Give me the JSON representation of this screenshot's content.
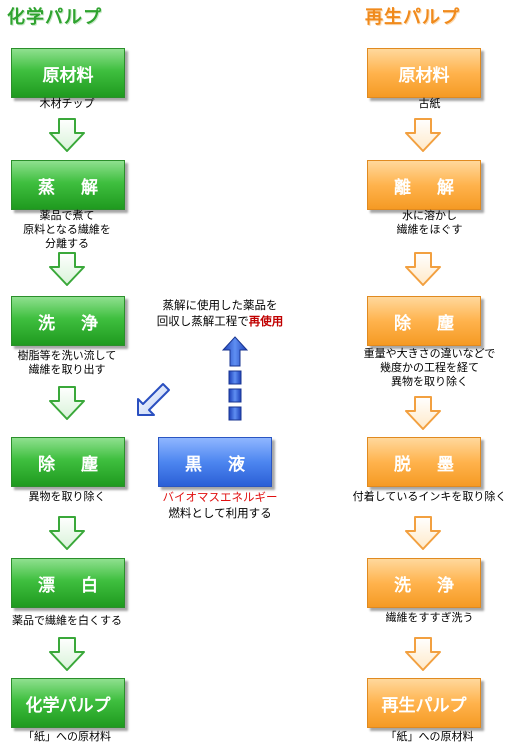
{
  "left": {
    "title": "化学パルプ",
    "steps": [
      {
        "label": "原材料",
        "caption": [
          "木材チップ"
        ]
      },
      {
        "label": "蒸 解",
        "caption": [
          "薬品で煮て",
          "原料となる繊維を",
          "分離する"
        ]
      },
      {
        "label": "洗 浄",
        "caption": [
          "樹脂等を洗い流して",
          "繊維を取り出す"
        ]
      },
      {
        "label": "除 塵",
        "caption": [
          "異物を取り除く"
        ]
      },
      {
        "label": "漂 白",
        "caption": [
          "薬品で繊維を白くする"
        ]
      },
      {
        "label": "化学パルプ",
        "caption": [
          "「紙」への原材料"
        ]
      }
    ]
  },
  "right": {
    "title": "再生パルプ",
    "steps": [
      {
        "label": "原材料",
        "caption": [
          "古紙"
        ]
      },
      {
        "label": "離 解",
        "caption": [
          "水に溶かし",
          "繊維をほぐす"
        ]
      },
      {
        "label": "除 塵",
        "caption": [
          "重量や大きさの違いなどで",
          "幾度かの工程を経て",
          "異物を取り除く"
        ]
      },
      {
        "label": "脱 墨",
        "caption": [
          "付着しているインキを取り除く"
        ]
      },
      {
        "label": "洗 浄",
        "caption": [
          "繊維をすすぎ洗う"
        ]
      },
      {
        "label": "再生パルプ",
        "caption": [
          "「紙」への原材料"
        ]
      }
    ]
  },
  "middle": {
    "box_label": "黒 液",
    "caption_red": "バイオマスエネルギー",
    "caption_black": "燃料として利用する",
    "reuse_line1": "蒸解に使用した薬品を",
    "reuse_line2_prefix": "回収し蒸解工程で",
    "reuse_line2_emph": "再使用"
  },
  "colors": {
    "green": "#3fbf3f",
    "orange": "#ffb34d",
    "blue": "#4d86f0",
    "red": "#e01010"
  }
}
